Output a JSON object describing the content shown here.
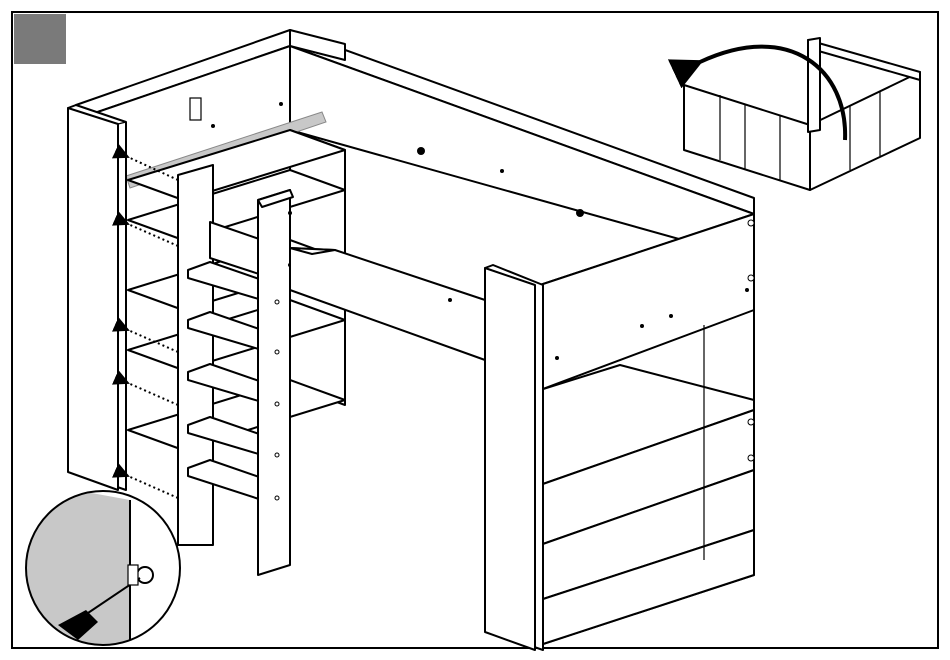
{
  "sheet": {
    "step_marker_color": "#7a7a7a",
    "rail_color": "#c8c8c8",
    "loupe_shade_color": "#c8c8c8",
    "outline_color": "#000000",
    "panel_fill_color": "#ffffff"
  },
  "icons": {
    "rotate_arrow": "curved-arrow-icon",
    "screwdriver": "screwdriver-icon",
    "fastener_arrows": "dotted-arrow-icon"
  },
  "parts": {
    "left_ladder_shelves": 5,
    "right_unit_shelves": 3,
    "fastener_arrow_count": 5
  }
}
